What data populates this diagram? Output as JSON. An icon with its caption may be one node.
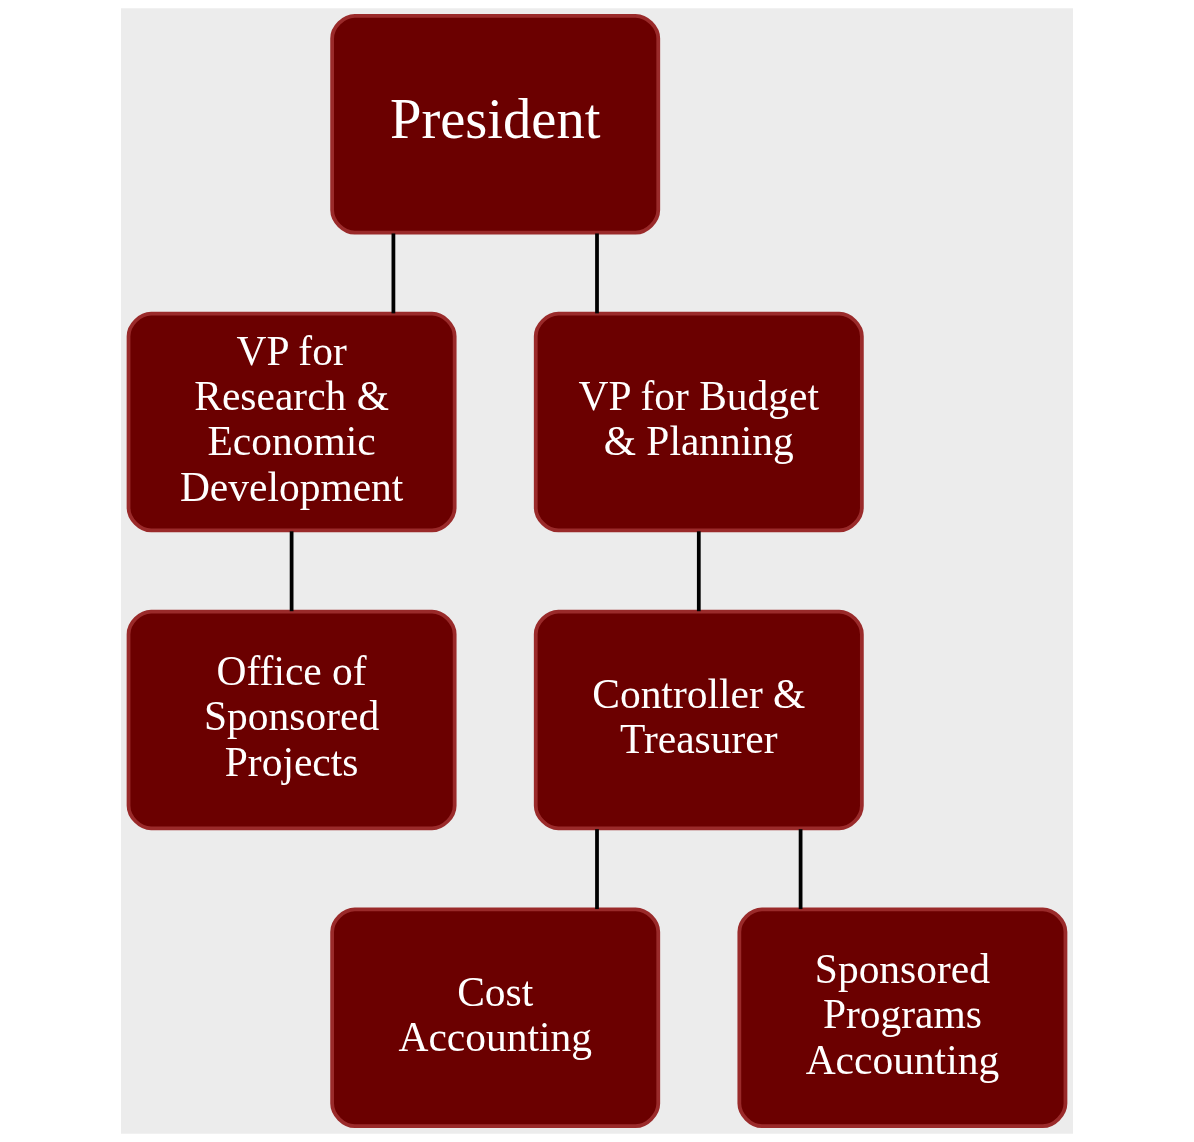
{
  "diagram": {
    "nodes": [
      {
        "text": [
          "President"
        ]
      },
      {
        "text": [
          "VP for Research & Economic Development"
        ]
      },
      {
        "text": [
          "VP for Budget & Planning"
        ]
      },
      {
        "text": [
          "Office of Sponsored Projects"
        ]
      },
      {
        "text": [
          "Controller & Treasurer"
        ]
      },
      {
        "text": [
          "Cost Accounting"
        ]
      },
      {
        "text": [
          "Sponsored Programs Accounting"
        ]
      }
    ],
    "edges": [
      {
        "from": 0,
        "to": 1,
        "arrow": "none"
      },
      {
        "from": 0,
        "to": 2,
        "arrow": "none"
      },
      {
        "from": 1,
        "to": 3,
        "arrow": "none"
      },
      {
        "from": 2,
        "to": 4,
        "arrow": "none"
      },
      {
        "from": 4,
        "to": 5,
        "arrow": "none"
      },
      {
        "from": 4,
        "to": 6,
        "arrow": "none"
      }
    ]
  }
}
